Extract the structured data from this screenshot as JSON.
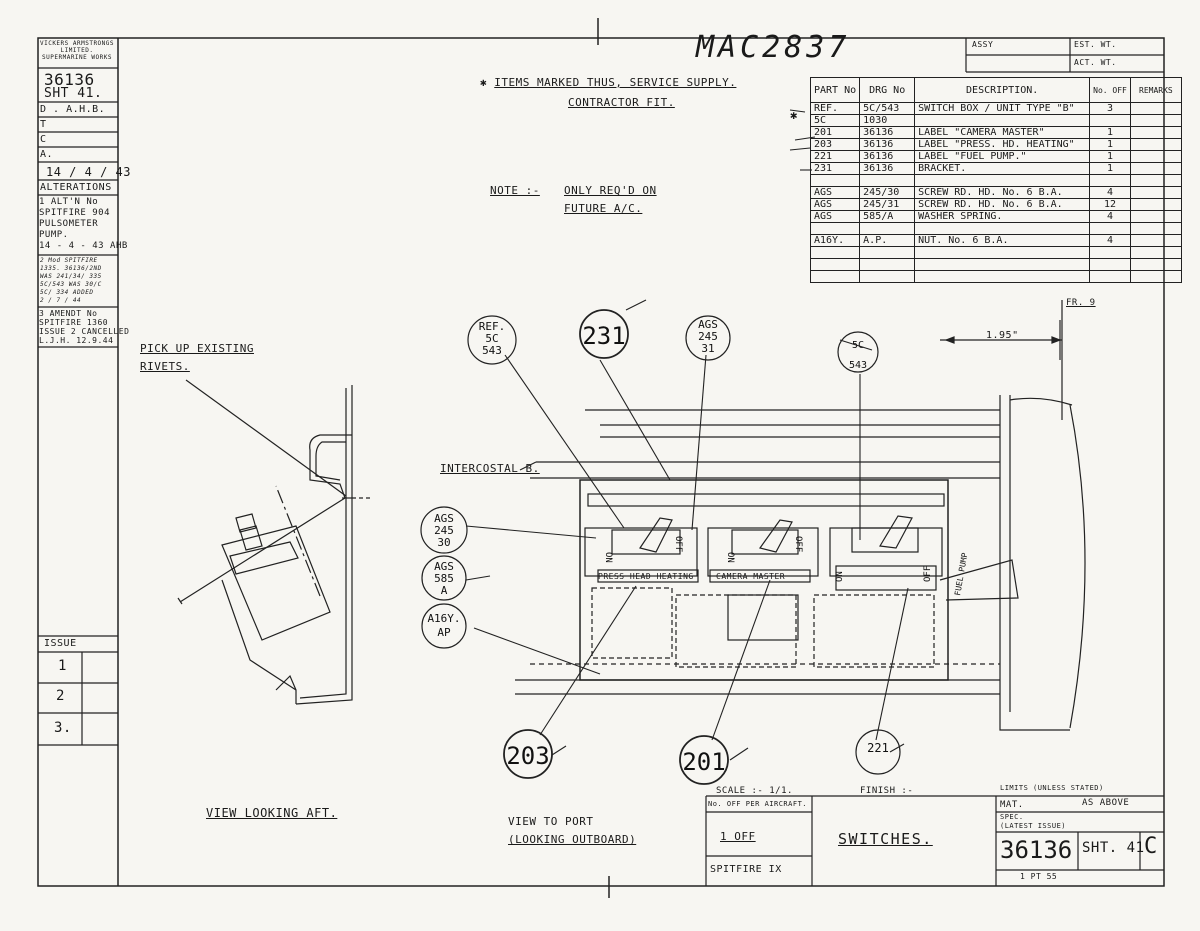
{
  "drawing_number_hand": "MAC2837",
  "company": [
    "VICKERS ARMSTRONGS",
    "LIMITED.",
    "SUPERMARINE WORKS"
  ],
  "left_column": {
    "number": "36136",
    "sheet": "SHT 41.",
    "d_row": "D . A.H.B.",
    "t_row": "T",
    "c_row": "C",
    "a_row": "A.",
    "date": "14 / 4 / 43",
    "alterations_title": "ALTERATIONS",
    "alt1": [
      "1 ALT'N No",
      "SPITFIRE 904",
      "PULSOMETER",
      "PUMP.",
      "14 - 4 - 43 AHB"
    ],
    "alt2": [
      "2 Mod SPITFIRE",
      "1335. 36136/2ND",
      "WAS 241/34/ 335",
      "5C/543 WAS 30/C",
      "5C/ 334 ADDED",
      "2 / 7 / 44"
    ],
    "alt3": [
      "3 AMENDT No",
      "SPITFIRE 1360",
      "ISSUE 2 CANCELLED",
      "L.J.H. 12.9.44"
    ],
    "issue_label": "ISSUE",
    "issues": [
      "1",
      "2",
      "3."
    ]
  },
  "notes": {
    "service_supply_1": "ITEMS MARKED THUS, SERVICE SUPPLY.",
    "service_supply_2": "CONTRACTOR FIT.",
    "note_label": "NOTE :-",
    "note_1": "ONLY REQ'D ON",
    "note_2": "FUTURE A/C."
  },
  "header_boxes": {
    "assy": "ASSY",
    "est_wt": "EST. WT.",
    "act_wt": "ACT. WT."
  },
  "parts_table": {
    "headers": [
      "PART No",
      "DRG No",
      "DESCRIPTION.",
      "No. OFF",
      "REMARKS"
    ],
    "rows": [
      [
        "REF.",
        "5C/543",
        "SWITCH BOX / UNIT TYPE \"B\"",
        "3",
        ""
      ],
      [
        "5C",
        "1030",
        "",
        "",
        ""
      ],
      [
        "201",
        "36136",
        "LABEL \"CAMERA MASTER\"",
        "1",
        ""
      ],
      [
        "203",
        "36136",
        "LABEL \"PRESS. HD. HEATING\"",
        "1",
        ""
      ],
      [
        "221",
        "36136",
        "LABEL \"FUEL PUMP.\"",
        "1",
        ""
      ],
      [
        "231",
        "36136",
        "BRACKET.",
        "1",
        ""
      ],
      [
        "",
        "",
        "",
        "",
        ""
      ],
      [
        "AGS",
        "245/30",
        "SCREW RD. HD. No. 6 B.A.",
        "4",
        ""
      ],
      [
        "AGS",
        "245/31",
        "SCREW RD. HD. No. 6 B.A.",
        "12",
        ""
      ],
      [
        "AGS",
        "585/A",
        "WASHER SPRING.",
        "4",
        ""
      ],
      [
        "",
        "",
        "",
        "",
        ""
      ],
      [
        "A16Y.",
        "A.P.",
        "NUT. No. 6 B.A.",
        "4",
        ""
      ],
      [
        "",
        "",
        "",
        "",
        ""
      ],
      [
        "",
        "",
        "",
        "",
        ""
      ],
      [
        "",
        "",
        "",
        "",
        ""
      ]
    ]
  },
  "labels": {
    "pick_up_1": "PICK UP EXISTING",
    "pick_up_2": "RIVETS.",
    "intercostal": "INTERCOSTAL B.",
    "fr9": "FR. 9",
    "dim": "1.95\"",
    "press_head": "PRESS HEAD HEATING",
    "camera_master": "CAMERA MASTER",
    "fuel_pump": "FUEL PUMP",
    "on": "ON",
    "off": "OFF",
    "view_aft": "VIEW LOOKING AFT.",
    "view_port_1": "VIEW TO PORT",
    "view_port_2": "(LOOKING OUTBOARD)"
  },
  "bubbles": {
    "ref": [
      "REF.",
      "5C",
      "543"
    ],
    "b231": "231",
    "ags31": [
      "AGS",
      "245",
      "31"
    ],
    "sc543": [
      "5C",
      "543"
    ],
    "ags30": [
      "AGS",
      "245",
      "30"
    ],
    "ags585": [
      "AGS",
      "585",
      "A"
    ],
    "a16y": [
      "A16Y.",
      "AP"
    ],
    "b203": "203",
    "b201": "201",
    "b221": "221"
  },
  "title_block": {
    "scale": "SCALE :- 1/1.",
    "finish": "FINISH :-",
    "limits": "LIMITS (UNLESS STATED)",
    "no_off": "No. OFF PER AIRCRAFT.",
    "one_off": "1 OFF",
    "aircraft": "SPITFIRE IX",
    "title": "SWITCHES.",
    "mat_label": "MAT.",
    "mat_value": "AS ABOVE",
    "spec_1": "SPEC.",
    "spec_2": "(LATEST ISSUE)",
    "drg": "36136",
    "sht": "SHT. 41",
    "issue_letter": "C",
    "bottom_note": "1 PT 55"
  }
}
